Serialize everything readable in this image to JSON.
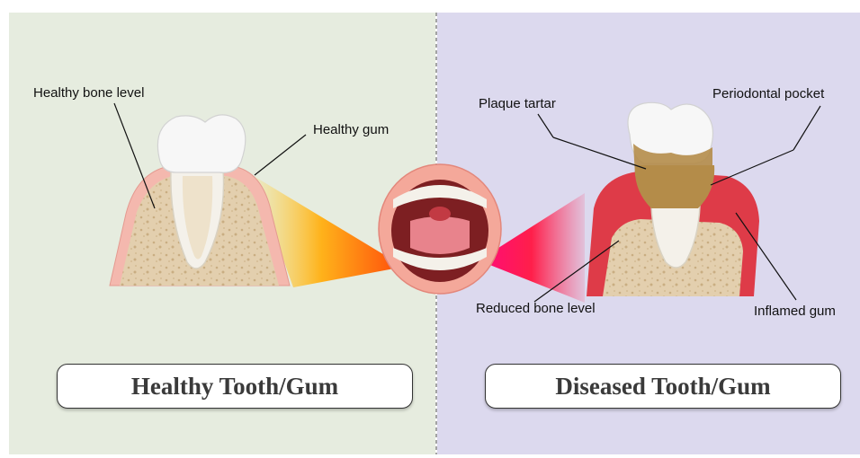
{
  "labels": {
    "healthy_bone_level": "Healthy bone level",
    "healthy_gum": "Healthy gum",
    "plaque_tartar": "Plaque tartar",
    "periodontal_pocket": "Periodontal pocket",
    "reduced_bone_level": "Reduced bone level",
    "inflamed_gum": "Inflamed gum"
  },
  "titles": {
    "healthy": "Healthy Tooth/Gum",
    "diseased": "Diseased Tooth/Gum"
  },
  "colors": {
    "healthy_bg": "#e6ecdf",
    "diseased_bg": "#dcd9ee",
    "bone": "#e3cfae",
    "healthy_gum": "#f2b7ae",
    "inflamed_gum": "#de3b48",
    "tartar": "#b48c49",
    "enamel": "#f4f1ea"
  }
}
